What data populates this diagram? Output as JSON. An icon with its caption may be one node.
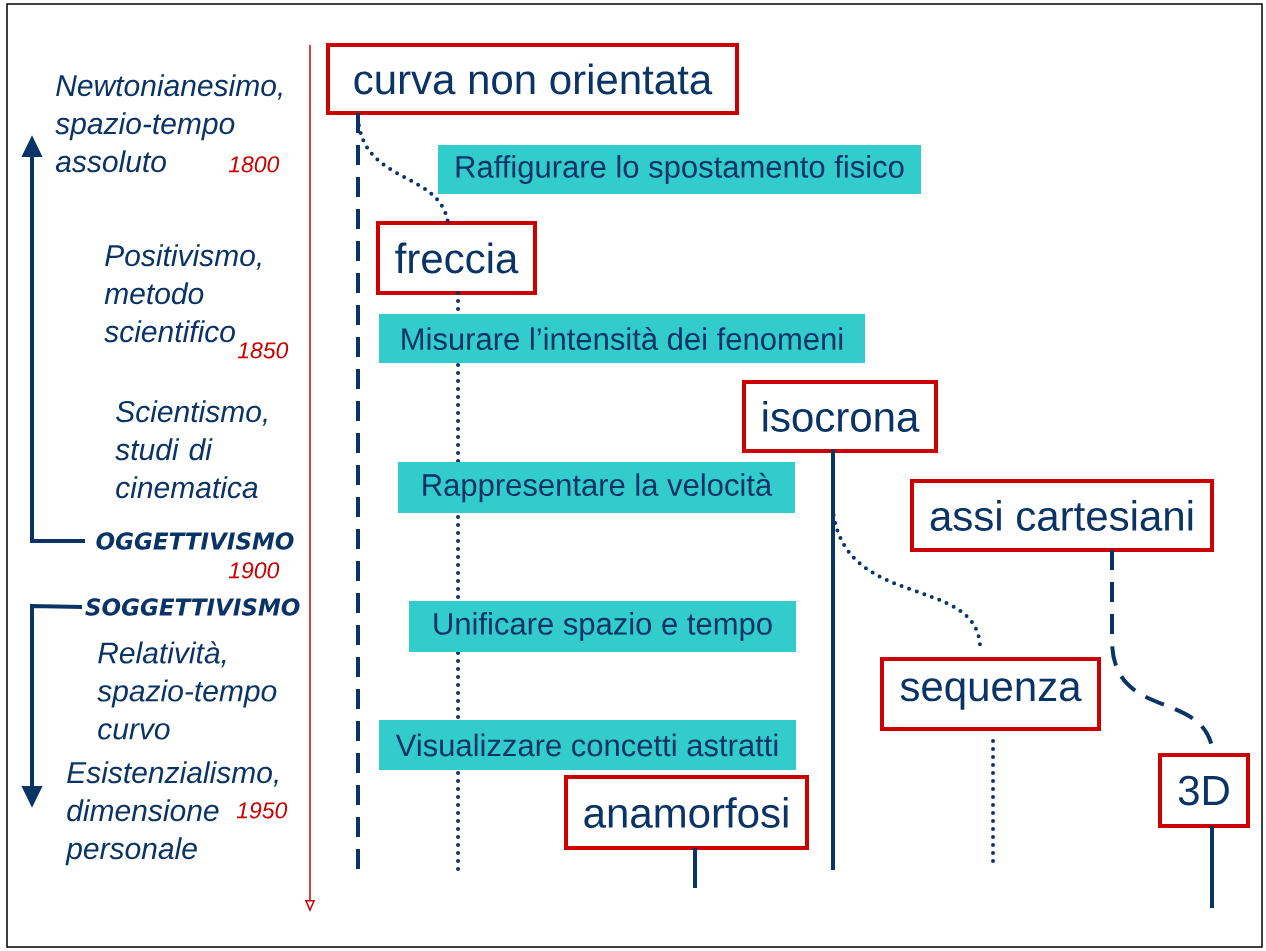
{
  "diagram": {
    "nodes": [
      {
        "text": [
          "curva non orientata"
        ]
      },
      {
        "text": [
          "Raffigurare lo spostamento fisico"
        ]
      },
      {
        "text": [
          "freccia"
        ]
      },
      {
        "text": [
          "Misurare l’intensità dei fenomeni"
        ]
      },
      {
        "text": [
          "isocrona"
        ]
      },
      {
        "text": [
          "Rappresentare la velocità"
        ]
      },
      {
        "text": [
          "assi cartesiani"
        ]
      },
      {
        "text": [
          "OGGETTIVISMO"
        ]
      },
      {
        "text": [
          "SOGGETTIVISMO"
        ]
      },
      {
        "text": [
          "Unificare spazio e tempo"
        ]
      },
      {
        "text": [
          "sequenza"
        ]
      },
      {
        "text": [
          "Visualizzare concetti astratti"
        ]
      },
      {
        "text": [
          "3D"
        ]
      },
      {
        "text": [
          "anamorfosi"
        ]
      }
    ],
    "edges": [
      {
        "from": 0,
        "to": null,
        "arrow": "none",
        "style": "dashed"
      },
      {
        "from": 0,
        "to": 2,
        "arrow": "none",
        "style": "dashed"
      },
      {
        "from": 2,
        "to": null,
        "arrow": "none",
        "style": "dashed"
      },
      {
        "from": 4,
        "to": null,
        "arrow": "none"
      },
      {
        "from": 4,
        "to": 10,
        "arrow": "none",
        "style": "dashed"
      },
      {
        "from": 6,
        "to": 12,
        "arrow": "none",
        "style": "dashed"
      },
      {
        "from": 10,
        "to": null,
        "arrow": "none",
        "style": "dashed"
      },
      {
        "from": 12,
        "to": null,
        "arrow": "none"
      },
      {
        "from": 13,
        "to": null,
        "arrow": "none"
      },
      {
        "from": 7,
        "to": null,
        "arrow": "to"
      },
      {
        "from": 8,
        "to": null,
        "arrow": "to"
      }
    ],
    "labels": [
      "Newtonianesimo, spazio-tempo assoluto",
      "1800",
      "Positivismo, metodo scientifico",
      "1850",
      "Scientismo, studi di cinematica",
      "1900",
      "Relatività, spazio-tempo curvo",
      "Esistenzialismo, dimensione personale",
      "1950"
    ]
  }
}
